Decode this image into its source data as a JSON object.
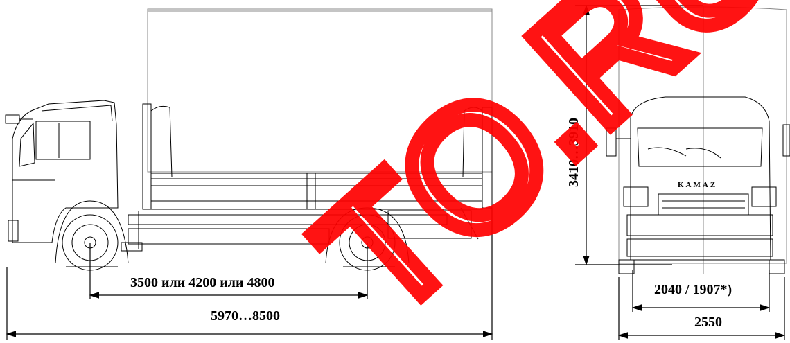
{
  "watermark": {
    "text": "TO.RU",
    "color": "#ff0000"
  },
  "dimensions": {
    "wheelbase": "3500 или 4200 или 4800",
    "overall_length": "5970…8500",
    "height": "3410…3910",
    "track": "2040 / 1907*)",
    "overall_width": "2550"
  },
  "truck": {
    "brand_badge": "KAMAZ"
  },
  "colors": {
    "line": "#000000",
    "light_line": "#9a9a9a",
    "watermark": "#ff0000"
  }
}
